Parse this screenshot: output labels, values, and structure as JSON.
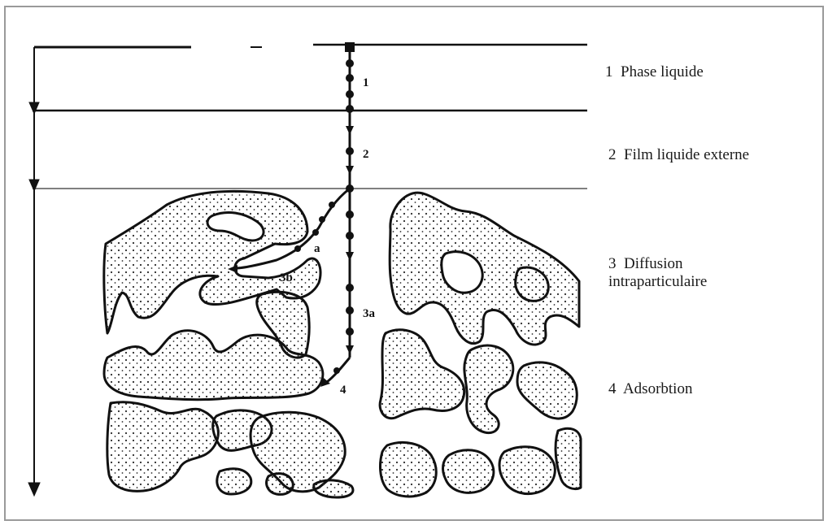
{
  "legend": [
    {
      "number": "1",
      "text": "Phase liquide"
    },
    {
      "number": "2",
      "text": "Film liquide externe"
    },
    {
      "number": "3",
      "text": "Diffusion",
      "text2": "intraparticulaire"
    },
    {
      "number": "4",
      "text": "Adsorbtion"
    }
  ],
  "path_labels": {
    "s1": "1",
    "s2": "2",
    "s3a": "3a",
    "s3b": "3b",
    "s4": "4"
  },
  "colors": {
    "ink": "#111111",
    "frame": "#9a9a9a",
    "stipple": "#2a2a2a"
  }
}
